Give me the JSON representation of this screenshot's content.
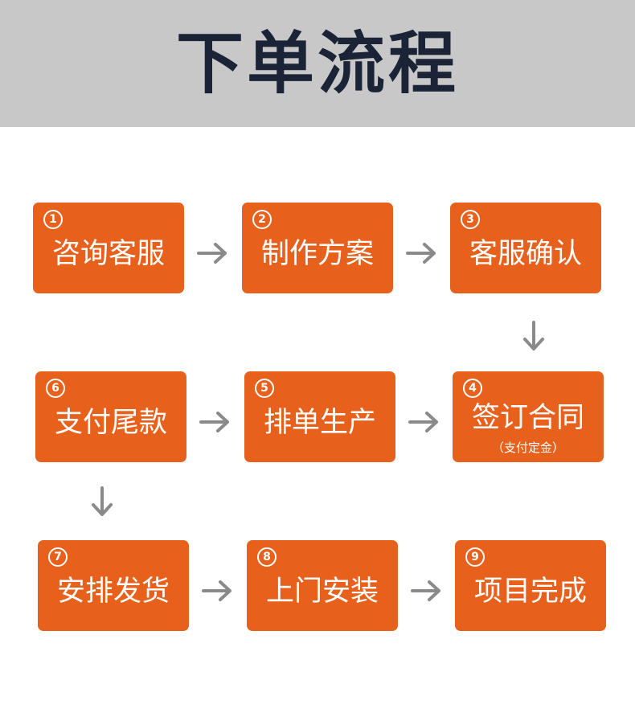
{
  "header": {
    "title": "下单流程"
  },
  "colors": {
    "box": "#e8611c",
    "arrow": "#8a8a8a",
    "header_bg": "#c8c8c8",
    "title": "#1b2436"
  },
  "steps": [
    {
      "num": "1",
      "label": "咨询客服"
    },
    {
      "num": "2",
      "label": "制作方案"
    },
    {
      "num": "3",
      "label": "客服确认"
    },
    {
      "num": "4",
      "label": "签订合同",
      "note": "（支付定金）"
    },
    {
      "num": "5",
      "label": "排单生产"
    },
    {
      "num": "6",
      "label": "支付尾款"
    },
    {
      "num": "7",
      "label": "安排发货"
    },
    {
      "num": "8",
      "label": "上门安装"
    },
    {
      "num": "9",
      "label": "项目完成"
    }
  ]
}
